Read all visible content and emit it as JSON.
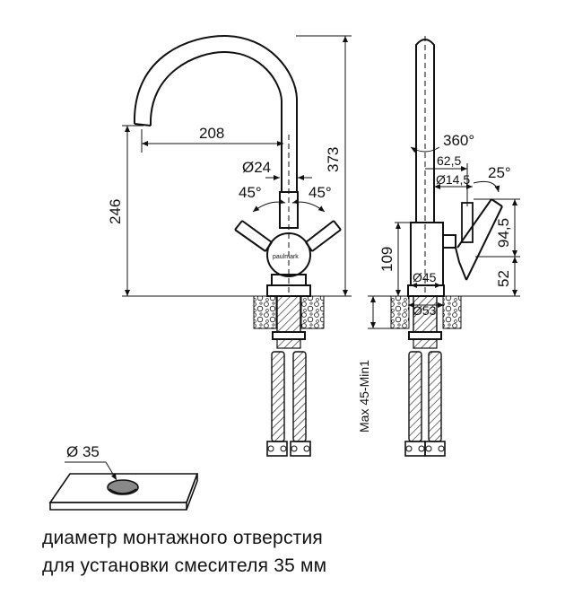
{
  "front_view": {
    "dim_spout_reach": "208",
    "dim_total_height": "373",
    "dim_spout_height": "246",
    "dim_spout_diameter": "Ø24",
    "angle_left": "45°",
    "angle_right": "45°",
    "brand": "paulmark"
  },
  "side_view": {
    "rotation": "360°",
    "dim_handle_offset": "62,5",
    "dim_handle_diameter": "Ø14,5",
    "angle_handle": "25°",
    "dim_body_height": "109",
    "dim_handle_height": "94,5",
    "dim_lower": "52",
    "dim_base_diameter": "Ø45",
    "dim_flange_diameter": "Ø53",
    "dim_countertop": "Max 45-Min1"
  },
  "countertop": {
    "hole_diameter": "Ø 35"
  },
  "caption": {
    "line1": "диаметр монтажного отверстия",
    "line2": "для установки смесителя 35 мм"
  }
}
